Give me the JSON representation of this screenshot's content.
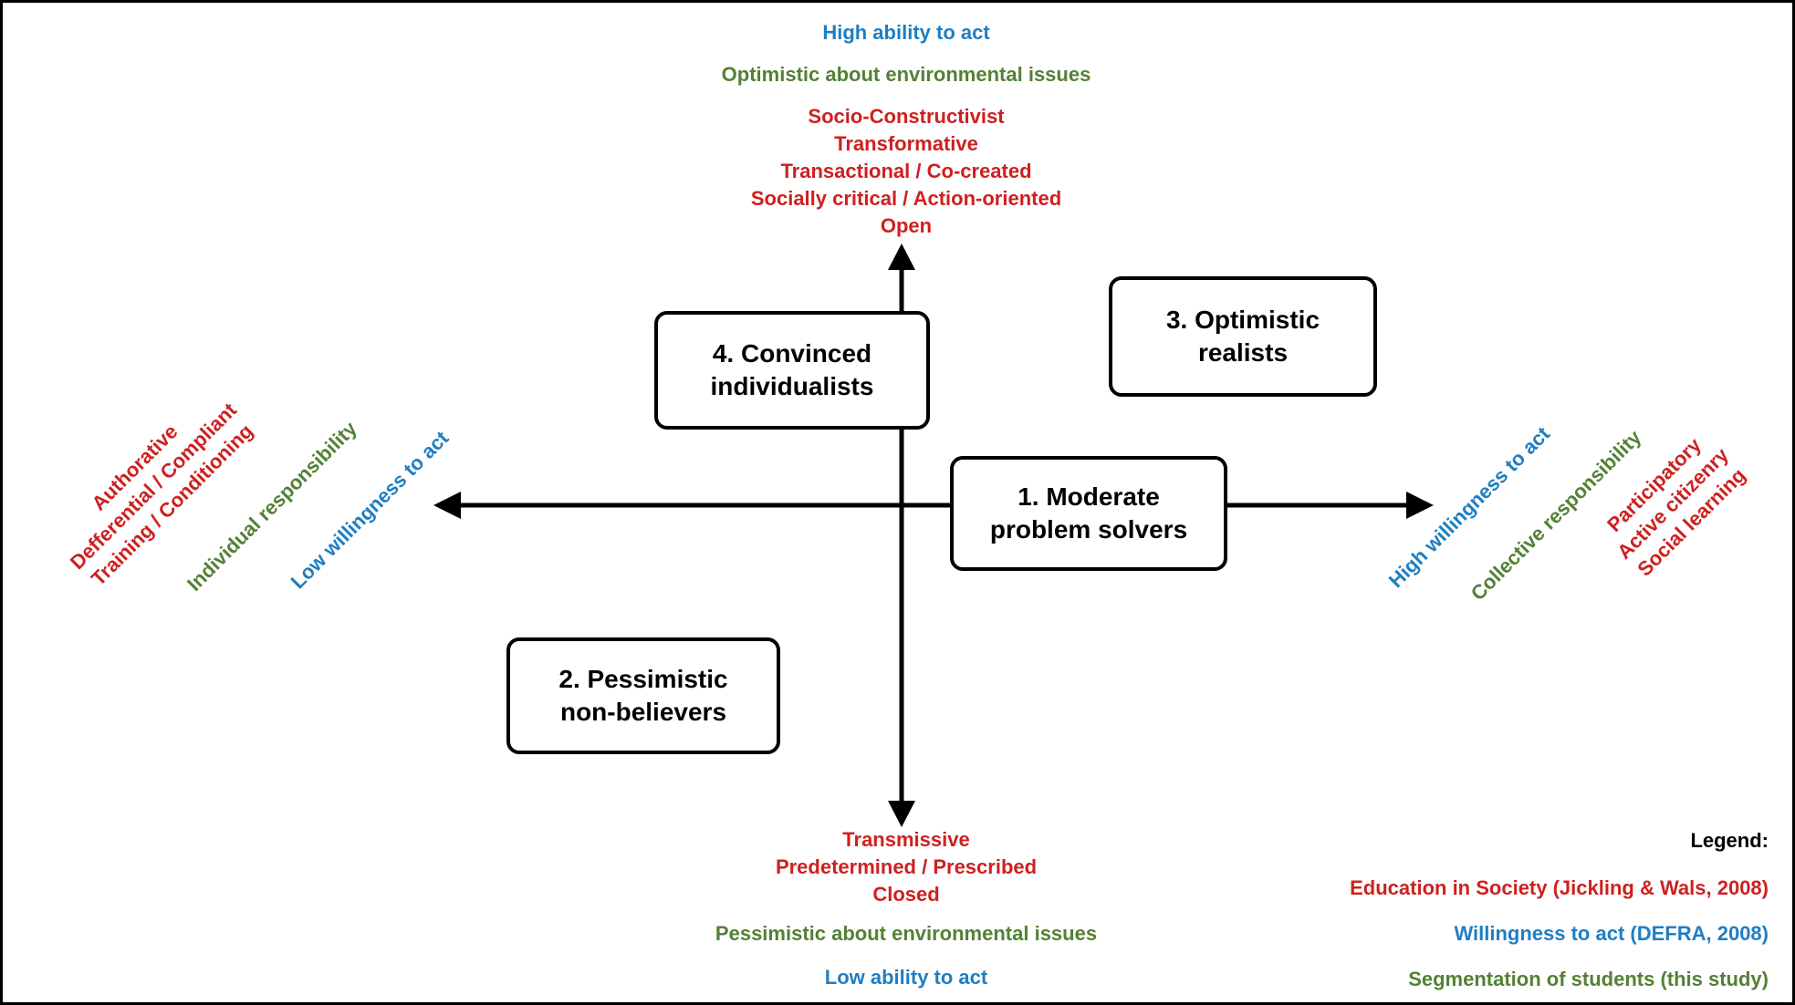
{
  "colors": {
    "red": "#CE2020",
    "green": "#538135",
    "blue": "#1F7EC2",
    "ink": "#000000"
  },
  "top_labels": {
    "ability": "High ability to act",
    "outlook": "Optimistic about environmental issues",
    "pedagogy": [
      "Socio-Constructivist",
      "Transformative",
      "Transactional / Co-created",
      "Socially critical / Action-oriented",
      "Open"
    ]
  },
  "bottom_labels": {
    "pedagogy": [
      "Transmissive",
      "Predetermined / Prescribed",
      "Closed"
    ],
    "outlook": "Pessimistic about environmental issues",
    "ability": "Low ability to act"
  },
  "left_labels": {
    "pedagogy": [
      "Authorative",
      "Defferential / Compliant",
      "Training / Conditioning"
    ],
    "responsibility": "Individual responsibility",
    "willingness": "Low willingness to act"
  },
  "right_labels": {
    "willingness": "High willingness to act",
    "responsibility": "Collective responsibility",
    "pedagogy": [
      "Participatory",
      "Active citizenry",
      "Social learning"
    ]
  },
  "quadrants": [
    {
      "line1": "1. Moderate",
      "line2": "problem solvers"
    },
    {
      "line1": "2. Pessimistic",
      "line2": "non-believers"
    },
    {
      "line1": "3. Optimistic",
      "line2": "realists"
    },
    {
      "line1": "4. Convinced",
      "line2": "individualists"
    }
  ],
  "legend": {
    "title": "Legend:",
    "education": "Education in Society (Jickling & Wals, 2008)",
    "willingness": "Willingness to act (DEFRA, 2008)",
    "segmentation": "Segmentation of students (this study)"
  }
}
